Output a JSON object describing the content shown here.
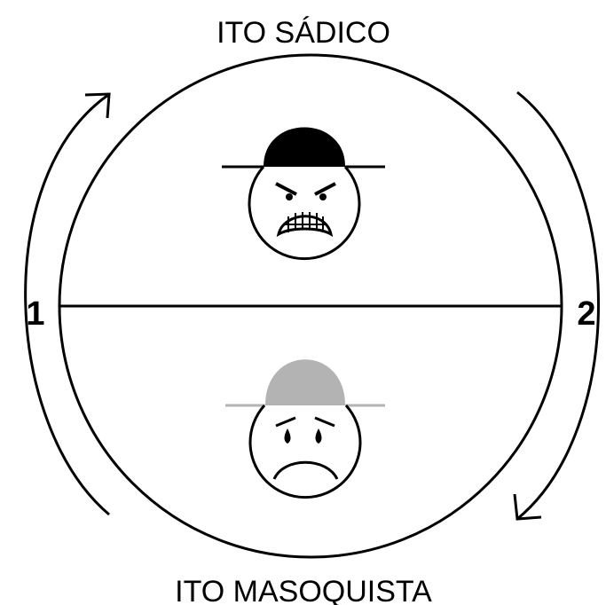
{
  "top_label": "ITO SÁDICO",
  "bottom_label": "ITO MASOQUISTA",
  "left_number": "1",
  "right_number": "2",
  "colors": {
    "ink": "#000000",
    "sad_hat": "#b3b3b3",
    "background": "#ffffff"
  },
  "icons": {
    "top_face": "angry-face-with-black-hat",
    "bottom_face": "crying-face-with-gray-hat",
    "left_arrow": "curved-arrow-up",
    "right_arrow": "curved-arrow-down"
  }
}
